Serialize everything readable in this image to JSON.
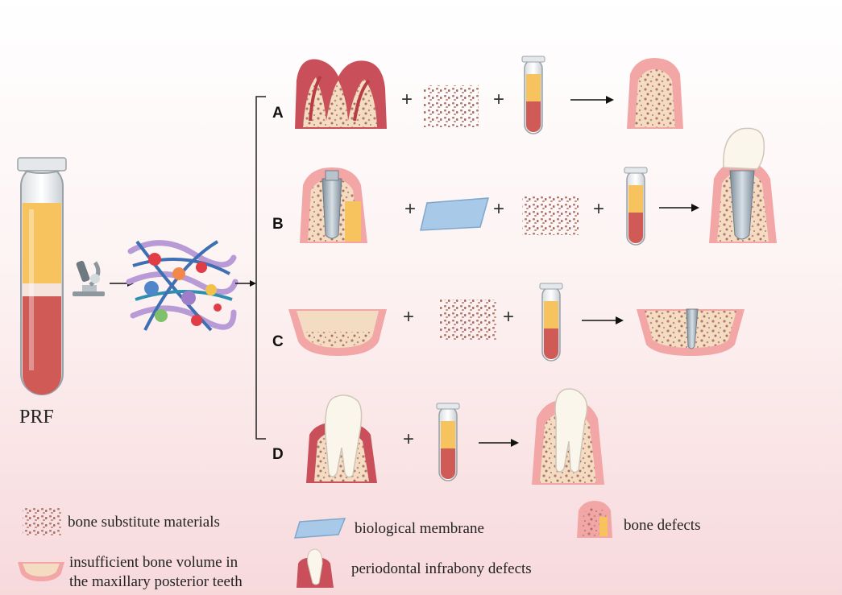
{
  "prf_label": "PRF",
  "rows": [
    {
      "label": "A"
    },
    {
      "label": "B"
    },
    {
      "label": "C"
    },
    {
      "label": "D"
    }
  ],
  "plus_sign": "+",
  "legend": {
    "bone_substitute": "bone substitute materials",
    "biological_membrane": "biological membrane",
    "bone_defects": "bone defects",
    "insufficient_bone_line1": "insufficient bone volume in",
    "insufficient_bone_line2": "the maxillary posterior teeth",
    "periodontal_defects": "periodontal infrabony defects"
  },
  "colors": {
    "plasma": "#f7c35e",
    "blood": "#cf5a56",
    "gum": "#f2a6a6",
    "gum_dark": "#c9505a",
    "bone": "#f3dcc2",
    "granule": "#b47a6e",
    "membrane": "#a9c9e8",
    "implant": "#9aa9b6",
    "tooth": "#fbf6ec"
  }
}
